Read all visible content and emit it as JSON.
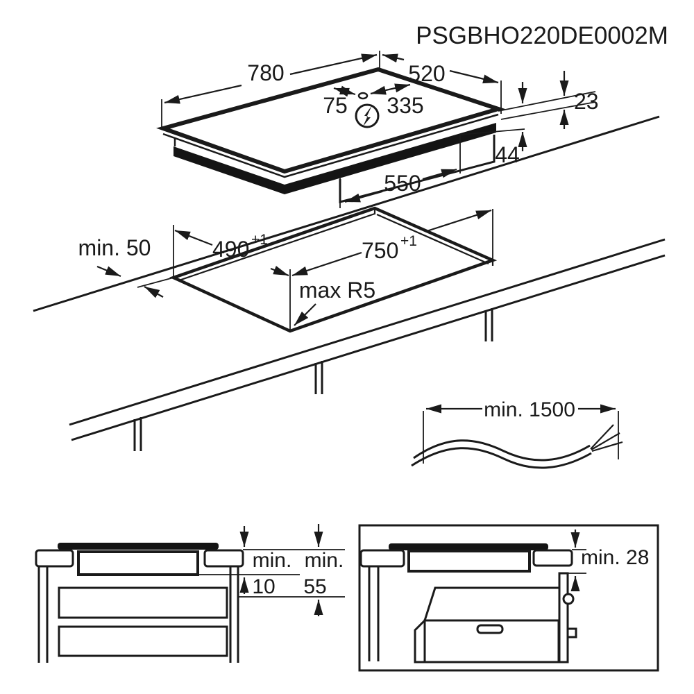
{
  "title": "PSGBHO220DE0002M",
  "top_view": {
    "width": "780",
    "depth": "520",
    "hole_offset_left": "75",
    "hole_offset_right": "335",
    "height_above_worktop": "23",
    "height_below_worktop": "44",
    "body_width": "550",
    "power_icon": "lightning-in-circle"
  },
  "cutout_view": {
    "wall_clearance": "min. 50",
    "depth": "490",
    "depth_tolerance": "+1",
    "width": "750",
    "width_tolerance": "+1",
    "corner_radius": "max R5"
  },
  "cable_view": {
    "cable_length": "min. 1500"
  },
  "drawer_view": {
    "gap1_label": "min.",
    "gap1_value": "10",
    "gap2_label": "min.",
    "gap2_value": "55"
  },
  "oven_view": {
    "clearance": "min. 28"
  }
}
